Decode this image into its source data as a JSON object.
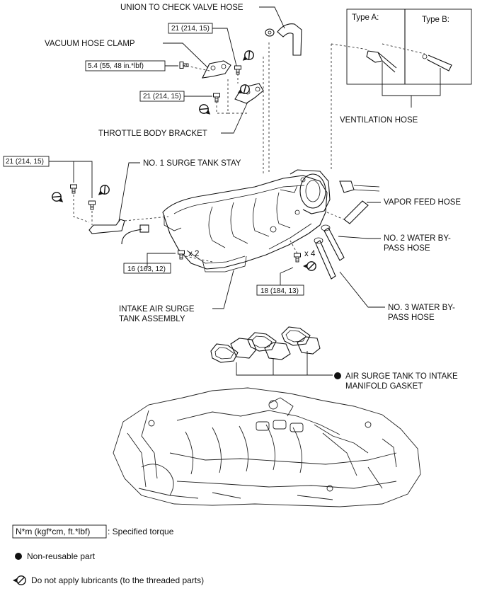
{
  "labels": {
    "union_hose": "UNION TO CHECK VALVE HOSE",
    "vacuum_clamp": "VACUUM HOSE CLAMP",
    "throttle_bracket": "THROTTLE BODY BRACKET",
    "surge_stay": "NO. 1 SURGE TANK STAY",
    "vapor_hose": "VAPOR FEED HOSE",
    "water_bypass_2_l1": "NO. 2 WATER BY-",
    "water_bypass_2_l2": "PASS HOSE",
    "water_bypass_3_l1": "NO. 3 WATER BY-",
    "water_bypass_3_l2": "PASS HOSE",
    "surge_tank_l1": "INTAKE AIR SURGE",
    "surge_tank_l2": "TANK ASSEMBLY",
    "gasket_l1": "AIR SURGE TANK TO INTAKE",
    "gasket_l2": "MANIFOLD GASKET",
    "ventilation_hose": "VENTILATION HOSE",
    "type_a": "Type A:",
    "type_b": "Type B:"
  },
  "torque": {
    "t1": "21 (214, 15)",
    "t2": "5.4 (55, 48 in.*lbf)",
    "t3": "21 (214, 15)",
    "t4": "21 (214, 15)",
    "t5": "16 (163, 12)",
    "t6": "18 (184, 13)"
  },
  "quantities": {
    "q1": "x 2",
    "q2": "x 4"
  },
  "legend": {
    "torque_box": "N*m (kgf*cm, ft.*lbf)",
    "torque_text": ": Specified torque",
    "nonreusable": "Non-reusable part",
    "no_lube": "Do not apply lubricants (to the threaded parts)"
  },
  "icons": [
    "non-reusable-dot-icon",
    "no-lubricant-icon",
    "bolt-icon"
  ]
}
